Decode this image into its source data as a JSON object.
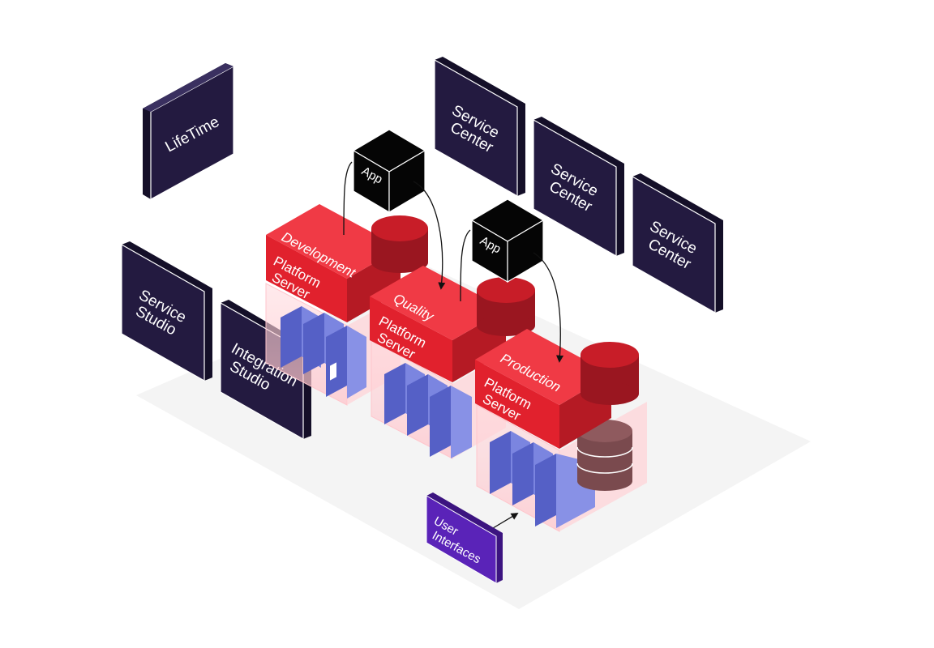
{
  "tools": {
    "lifetime": "LifeTime",
    "service_studio": [
      "Service",
      "Studio"
    ],
    "integration_studio": [
      "Integration",
      "Studio"
    ],
    "service_center_1": [
      "Service",
      "Center"
    ],
    "service_center_2": [
      "Service",
      "Center"
    ],
    "service_center_3": [
      "Service",
      "Center"
    ]
  },
  "environments": {
    "development": {
      "name": "Development",
      "server": [
        "Platform",
        "Server"
      ]
    },
    "quality": {
      "name": "Quality",
      "server": [
        "Platform",
        "Server"
      ]
    },
    "production": {
      "name": "Production",
      "server": [
        "Platform",
        "Server"
      ]
    }
  },
  "apps": {
    "app_1": "App",
    "app_2": "App"
  },
  "user_interfaces": [
    "User",
    "Interfaces"
  ],
  "colors": {
    "panel_dark": "#231a40",
    "panel_side": "#140f28",
    "server_red": "#e1212d",
    "server_red_dark": "#9a1620",
    "app_black": "#050505",
    "ui_purple": "#5a23b8",
    "ui_purple_dark": "#3c1480",
    "blue_server": "#6f79d8",
    "floor": "#f3f3f3"
  },
  "icons": [
    "app-cube-icon",
    "database-icon",
    "server-rack-icon",
    "arrow-icon"
  ]
}
